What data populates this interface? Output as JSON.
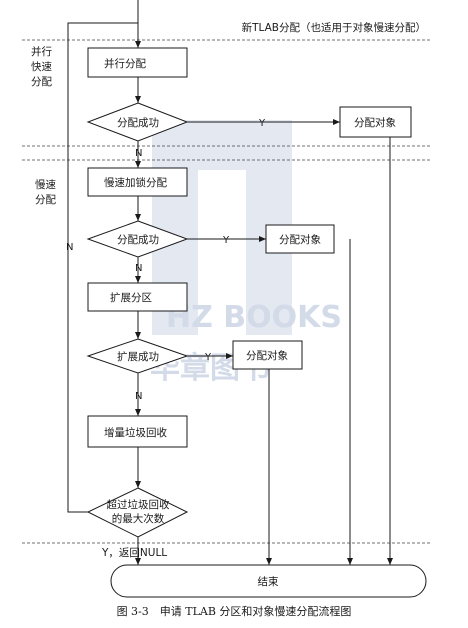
{
  "watermark": {
    "line1": "HZ BOOKS",
    "line2": "华章图书"
  },
  "regions": {
    "top_note": "新TLAB分配（也适用于对象慢速分配）",
    "parallel": [
      "并行",
      "快速",
      "分配"
    ],
    "slow": [
      "慢速",
      "分配"
    ]
  },
  "nodes": {
    "parallel_alloc": "并行分配",
    "success1": "分配成功",
    "alloc_obj1": "分配对象",
    "slow_lock_alloc": "慢速加锁分配",
    "success2": "分配成功",
    "alloc_obj2": "分配对象",
    "expand_region": "扩展分区",
    "expand_success": "扩展成功",
    "alloc_obj3": "分配对象",
    "incremental_gc": "增量垃圾回收",
    "exceed_gc": [
      "超过垃圾回收",
      "的最大次数"
    ],
    "end": "结束"
  },
  "edge_labels": {
    "y1": "Y",
    "n1": "N",
    "y2": "Y",
    "n2": "N",
    "y3": "Y",
    "n3": "N",
    "n_loop": "N",
    "y_return": "Y，返回NULL"
  },
  "caption": "图 3-3　申请 TLAB 分区和对象慢速分配流程图"
}
